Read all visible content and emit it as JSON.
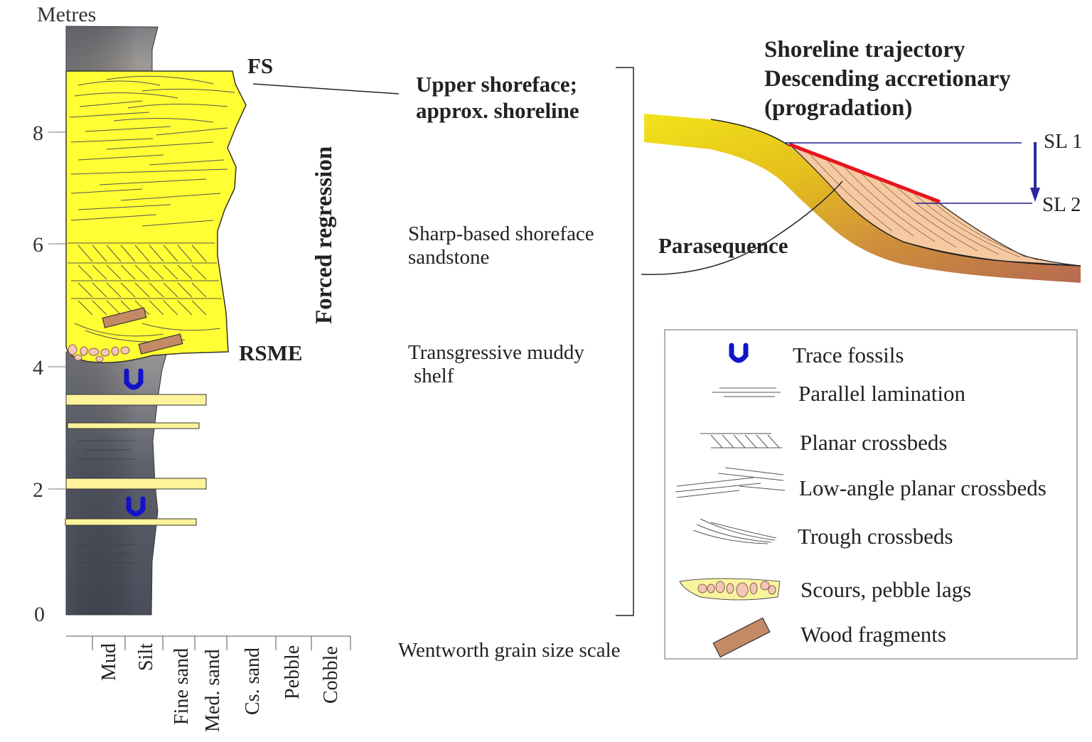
{
  "axis": {
    "unit_label": "Metres",
    "ticks": [
      "0",
      "2",
      "4",
      "6",
      "8"
    ]
  },
  "column": {
    "fs_label": "FS",
    "rsme_label": "RSME",
    "forced_regression_label": "Forced regression"
  },
  "grain_scale": {
    "title": "Wentworth grain size scale",
    "classes": [
      "Mud",
      "Silt",
      "Fine sand",
      "Med. sand",
      "Cs. sand",
      "Pebble",
      "Cobble"
    ]
  },
  "interpretation": {
    "upper_shoreface_line1": "Upper shoreface;",
    "upper_shoreface_line2": "approx. shoreline",
    "sharp_based_line1": "Sharp-based shoreface",
    "sharp_based_line2": "sandstone",
    "transgressive_line1": "Transgressive muddy",
    "transgressive_line2": "shelf"
  },
  "trajectory": {
    "title_line1": "Shoreline trajectory",
    "title_line2": "Descending accretionary",
    "title_line3": "(progradation)",
    "sl1": "SL 1",
    "sl2": "SL 2",
    "parasequence": "Parasequence"
  },
  "legend": {
    "items": [
      {
        "key": "trace",
        "label": "Trace fossils"
      },
      {
        "key": "parallel",
        "label": "Parallel lamination"
      },
      {
        "key": "planar",
        "label": "Planar crossbeds"
      },
      {
        "key": "lowangle",
        "label": "Low-angle planar crossbeds"
      },
      {
        "key": "trough",
        "label": "Trough crossbeds"
      },
      {
        "key": "scour",
        "label": "Scours, pebble lags"
      },
      {
        "key": "wood",
        "label": "Wood fragments"
      }
    ]
  },
  "colors": {
    "sand": "#ffff33",
    "mud_light": "#b2aaa0",
    "mud_dark": "#4a4e5a",
    "thin_sand": "#fdf39a",
    "trace_fossil": "#1212c8",
    "wood": "#c48a66",
    "pebble": "#f3c7b8",
    "trajectory_red": "#e8141c",
    "sea_level": "#1b1b8c",
    "wedge": "#f6c9a0"
  }
}
